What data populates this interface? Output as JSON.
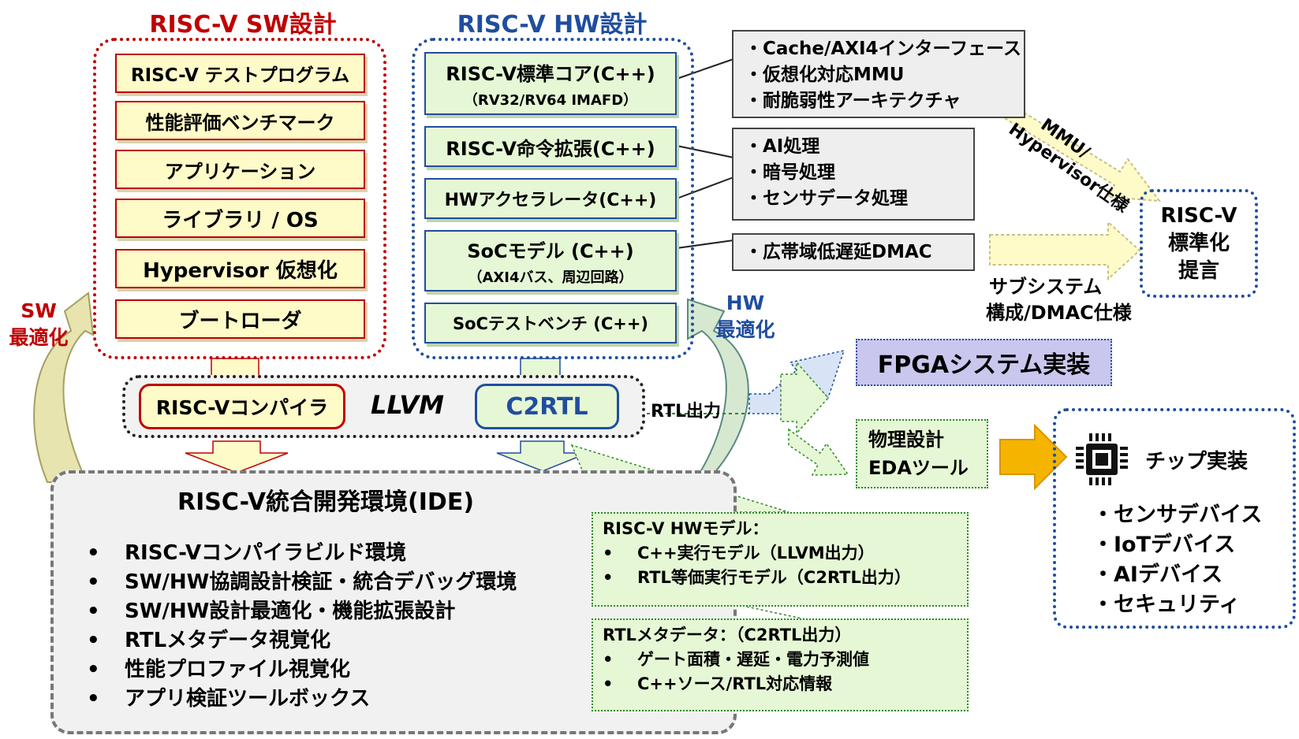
{
  "sw_design": {
    "title": "RISC-V SW設計",
    "items": [
      "RISC-V テストプログラム",
      "性能評価ベンチマーク",
      "アプリケーション",
      "ライブラリ / OS",
      "Hypervisor 仮想化",
      "ブートローダ"
    ]
  },
  "hw_design": {
    "title": "RISC-V HW設計",
    "core": {
      "label": "RISC-V標準コア(C++)",
      "sub": "（RV32/RV64 IMAFD）"
    },
    "ext": "RISC-V命令拡張(C++)",
    "accel": "HWアクセラレータ(C++)",
    "soc": {
      "label": "SoCモデル (C++)",
      "sub": "（AXI4バス、周辺回路）"
    },
    "testbench": "SoCテストベンチ (C++)"
  },
  "callouts": {
    "core_features": [
      "・Cache/AXI4インターフェース",
      "・仮想化対応MMU",
      "・耐脆弱性アーキテクチャ"
    ],
    "accel_features": [
      "・AI処理",
      "・暗号処理",
      "・センサデータ処理"
    ],
    "soc_features": [
      "・広帯域低遅延DMAC"
    ]
  },
  "mmu_arrow_label": [
    "MMU/",
    "Hypervisor仕様"
  ],
  "subsystem_label": [
    "サブシステム",
    "構成/DMAC仕様"
  ],
  "standardization": [
    "RISC-V",
    "標準化",
    "提言"
  ],
  "sw_opt": [
    "SW",
    "最適化"
  ],
  "hw_opt": [
    "HW",
    "最適化"
  ],
  "llvm_bar": {
    "compiler": "RISC-Vコンパイラ",
    "llvm": "LLVM",
    "c2rtl": "C2RTL"
  },
  "rtl_output": "RTL出力",
  "fpga": "FPGAシステム実装",
  "physical": [
    "物理設計",
    "EDAツール"
  ],
  "chip": {
    "title": "チップ実装",
    "items": [
      "・センサデバイス",
      "・IoTデバイス",
      "・AIデバイス",
      "・セキュリティ"
    ]
  },
  "ide": {
    "title": "RISC-V統合開発環境(IDE)",
    "bullet": "•",
    "items": [
      "RISC-Vコンパイラビルド環境",
      "SW/HW協調設計検証・統合デバッグ環境",
      "SW/HW設計最適化・機能拡張設計",
      "RTLメタデータ視覚化",
      "性能プロファイル視覚化",
      "アプリ検証ツールボックス"
    ]
  },
  "hw_model": {
    "title": "RISC-V HWモデル：",
    "items": [
      "C++実行モデル（LLVM出力）",
      "RTL等価実行モデル（C2RTL出力）"
    ]
  },
  "rtl_meta": {
    "title": "RTLメタデータ：（C2RTL出力）",
    "items": [
      "ゲート面積・遅延・電力予測値",
      "C++ソース/RTL対応情報"
    ]
  },
  "colors": {
    "sw_red": "#c00000",
    "hw_blue": "#1f4e9e",
    "note_yellow": "#fffbc8",
    "note_green": "#e6f7d5",
    "fpga_purple": "#c9c7ee",
    "chip_arrow": "#f5b400"
  }
}
